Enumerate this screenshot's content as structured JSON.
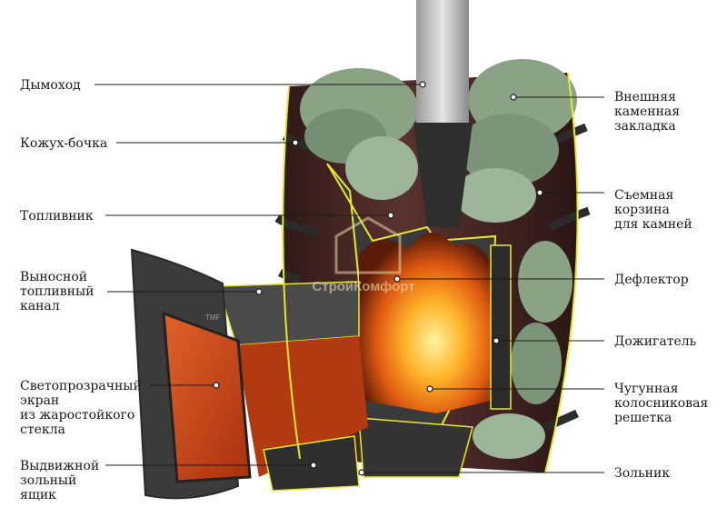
{
  "diagram": {
    "watermark": "СтройКомфорт",
    "door_plate": "TMF",
    "labels_left": [
      {
        "id": "chimney",
        "text": "Дымоход"
      },
      {
        "id": "barrel-casing",
        "text": "Кожух-бочка"
      },
      {
        "id": "firebox",
        "text": "Топливник"
      },
      {
        "id": "remote-channel",
        "text": "Выносной\nтопливный\nканал"
      },
      {
        "id": "glass-screen",
        "text": "Светопрозрачный\nэкран\nиз жаростойкого\nстекла"
      },
      {
        "id": "ash-drawer",
        "text": "Выдвижной\nзольный\nящик"
      }
    ],
    "labels_right": [
      {
        "id": "outer-stones",
        "text": "Внешняя\nкаменная\nзакладка"
      },
      {
        "id": "stone-basket",
        "text": "Съемная\nкорзина\nдля камней"
      },
      {
        "id": "deflector",
        "text": "Дефлектор"
      },
      {
        "id": "afterburner",
        "text": "Дожигатель"
      },
      {
        "id": "cast-iron-grate",
        "text": "Чугунная\nколосниковая\nрешетка"
      },
      {
        "id": "ash-pan",
        "text": "Зольник"
      }
    ],
    "colors": {
      "wood": "#4a2a26",
      "metal": "#3a3a3a",
      "stone": "#8fa68a",
      "fire": "#f58a1e",
      "glass": "#c8461a",
      "accent_yellow": "#e8e82a"
    }
  }
}
